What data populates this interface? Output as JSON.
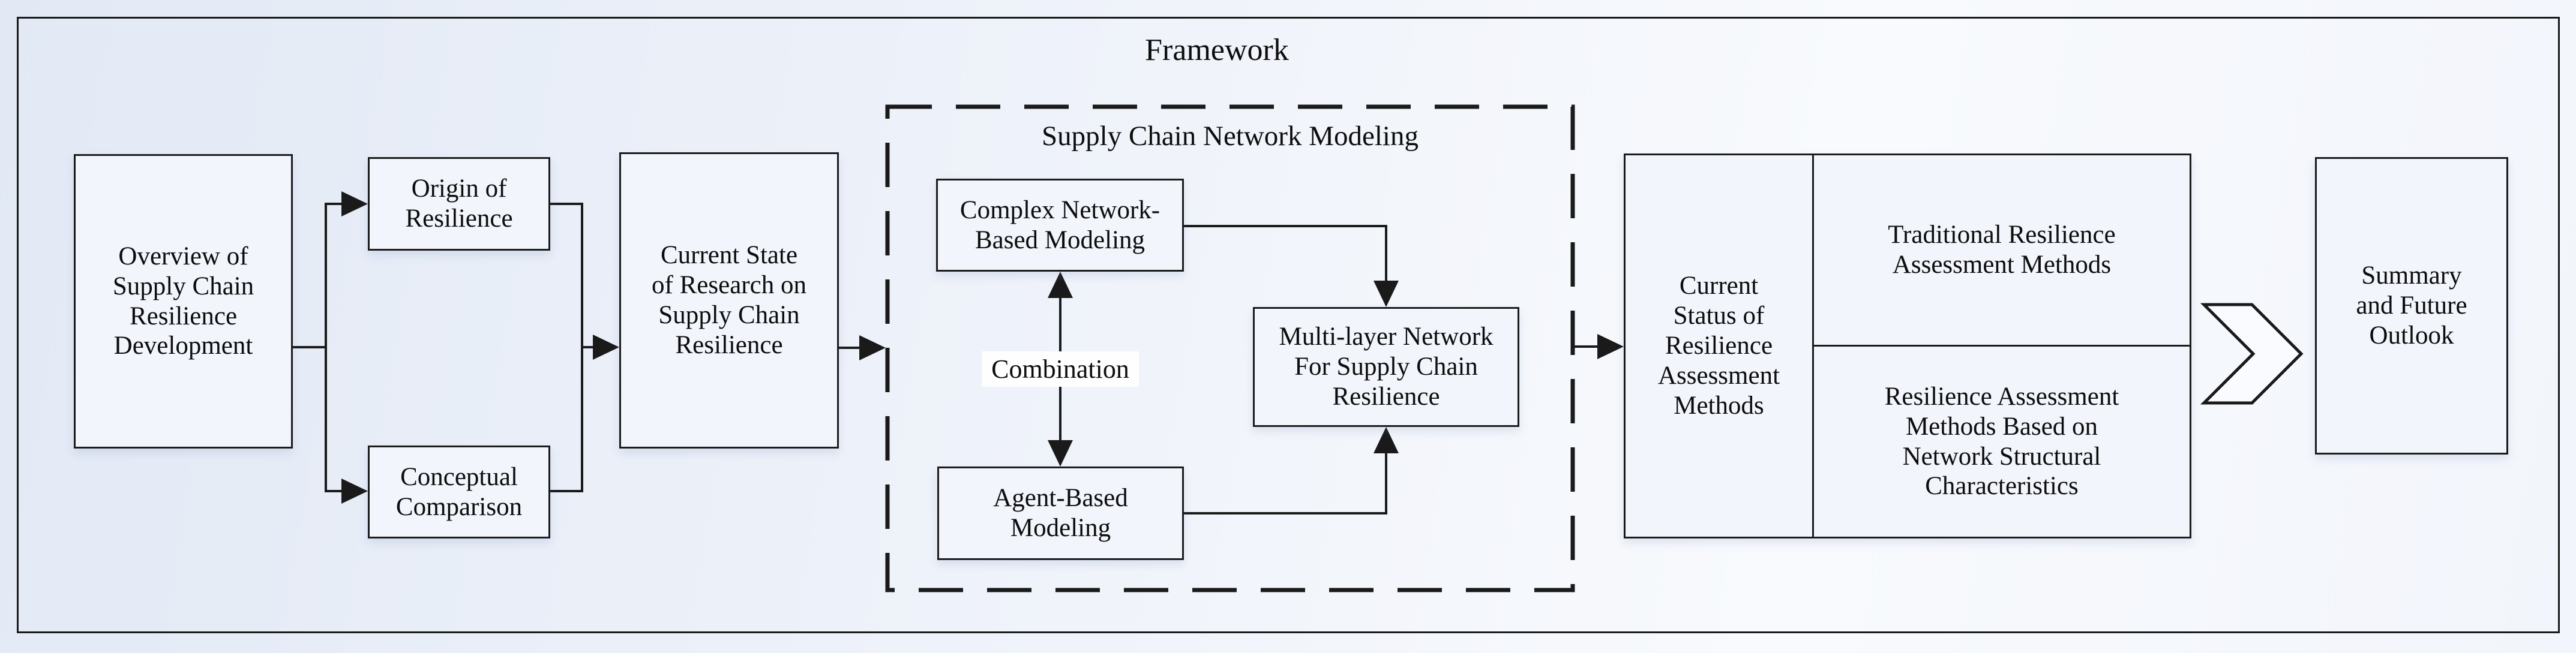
{
  "title": "Framework",
  "palette": {
    "background_left": "#e2e9f5",
    "background_right": "#f8fafd",
    "line": "#1a1a1a",
    "box_fill": "#f2f5fc",
    "label_background": "#fefefe"
  },
  "group": {
    "label": "Supply Chain Network Modeling"
  },
  "nodes": {
    "overview": {
      "label": "Overview of\nSupply Chain\nResilience\nDevelopment"
    },
    "origin": {
      "label": "Origin of\nResilience"
    },
    "conceptual": {
      "label": "Conceptual\nComparison"
    },
    "current_state": {
      "label": "Current State\nof Research on\nSupply Chain\nResilience"
    },
    "complex": {
      "label": "Complex Network-\nBased Modeling"
    },
    "agent": {
      "label": "Agent-Based\nModeling"
    },
    "multilayer": {
      "label": "Multi-layer Network\nFor Supply Chain\nResilience"
    },
    "assessment_status": {
      "label": "Current\nStatus of\nResilience\nAssessment\nMethods"
    },
    "traditional": {
      "label": "Traditional Resilience\nAssessment Methods"
    },
    "network_structural": {
      "label": "Resilience Assessment\nMethods Based on\nNetwork Structural\nCharacteristics"
    },
    "summary": {
      "label": "Summary\nand Future\nOutlook"
    }
  },
  "connector": {
    "combination_label": "Combination"
  }
}
